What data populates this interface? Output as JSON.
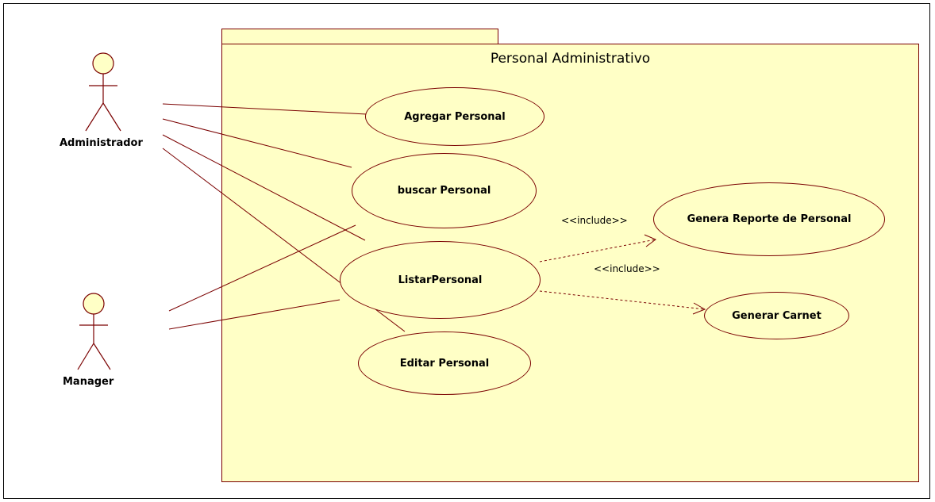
{
  "package": {
    "title": "Personal Administrativo"
  },
  "actors": {
    "administrador": {
      "label": "Administrador"
    },
    "manager": {
      "label": "Manager"
    }
  },
  "use_cases": {
    "agregar": "Agregar Personal",
    "buscar": "buscar Personal",
    "listar": "ListarPersonal",
    "editar": "Editar Personal",
    "reporte": "Genera Reporte de Personal",
    "carnet": "Generar Carnet"
  },
  "relationships": {
    "include_reporte": "<<include>>",
    "include_carnet": "<<include>>"
  },
  "colors": {
    "fill": "#ffffc6",
    "stroke": "#7a0000",
    "actor_fill": "#ffffc6"
  }
}
